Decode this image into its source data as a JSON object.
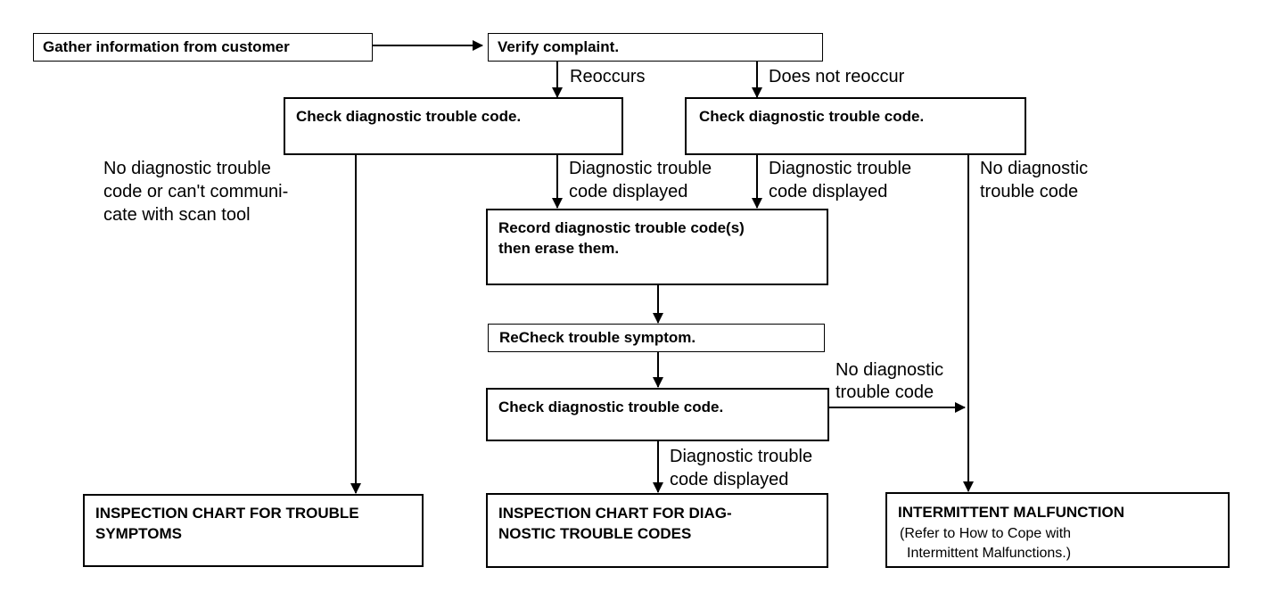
{
  "nodes": {
    "gather": "Gather information from customer",
    "verify": "Verify  complaint.",
    "check_left": "Check diagnostic trouble code.",
    "check_right": "Check diagnostic trouble code.",
    "record_line1": "Record diagnostic trouble code(s)",
    "record_line2": "then erase them.",
    "recheck": "ReCheck trouble symptom.",
    "check_mid": "Check diagnostic trouble code.",
    "insp_symptoms_line1": "INSPECTION CHART FOR TROUBLE",
    "insp_symptoms_line2": "SYMPTOMS",
    "insp_dtc_line1": "INSPECTION  CHART  FOR  DIAG-",
    "insp_dtc_line2": "NOSTIC TROUBLE CODES",
    "intermittent_title": "INTERMITTENT MALFUNCTION",
    "intermittent_sub1": "(Refer to How to Cope with",
    "intermittent_sub2": "Intermittent Malfunctions.)"
  },
  "edges": {
    "reoccurs": "Reoccurs",
    "not_reoccur": "Does not reoccur",
    "no_dtc_left_1": "No diagnostic trouble",
    "no_dtc_left_2": "code or can't communi-",
    "no_dtc_left_3": "cate with scan tool",
    "dtc_displayed_a_1": "Diagnostic trouble",
    "dtc_displayed_a_2": "code displayed",
    "dtc_displayed_b_1": "Diagnostic trouble",
    "dtc_displayed_b_2": "code displayed",
    "no_dtc_right_1": "No diagnostic",
    "no_dtc_right_2": "trouble code",
    "no_dtc_mid_1": "No diagnostic",
    "no_dtc_mid_2": "trouble code",
    "dtc_displayed_c_1": "Diagnostic trouble",
    "dtc_displayed_c_2": "code displayed"
  }
}
